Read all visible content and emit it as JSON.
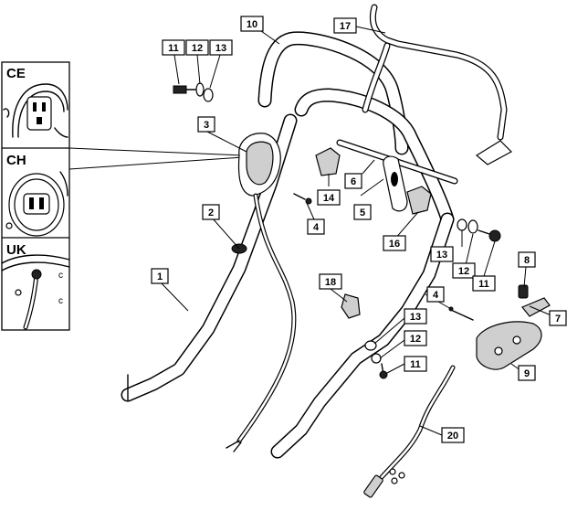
{
  "insets": [
    {
      "label": "CE"
    },
    {
      "label": "CH"
    },
    {
      "label": "UK"
    }
  ],
  "callouts": {
    "c1": "1",
    "c2": "2",
    "c3": "3",
    "c4a": "4",
    "c4b": "4",
    "c5": "5",
    "c6": "6",
    "c7": "7",
    "c8": "8",
    "c9": "9",
    "c10": "10",
    "c11a": "11",
    "c11b": "11",
    "c11c": "11",
    "c12a": "12",
    "c12b": "12",
    "c12c": "12",
    "c13a": "13",
    "c13b": "13",
    "c13c": "13",
    "c14": "14",
    "c16": "16",
    "c17": "17",
    "c18": "18",
    "c20": "20"
  }
}
